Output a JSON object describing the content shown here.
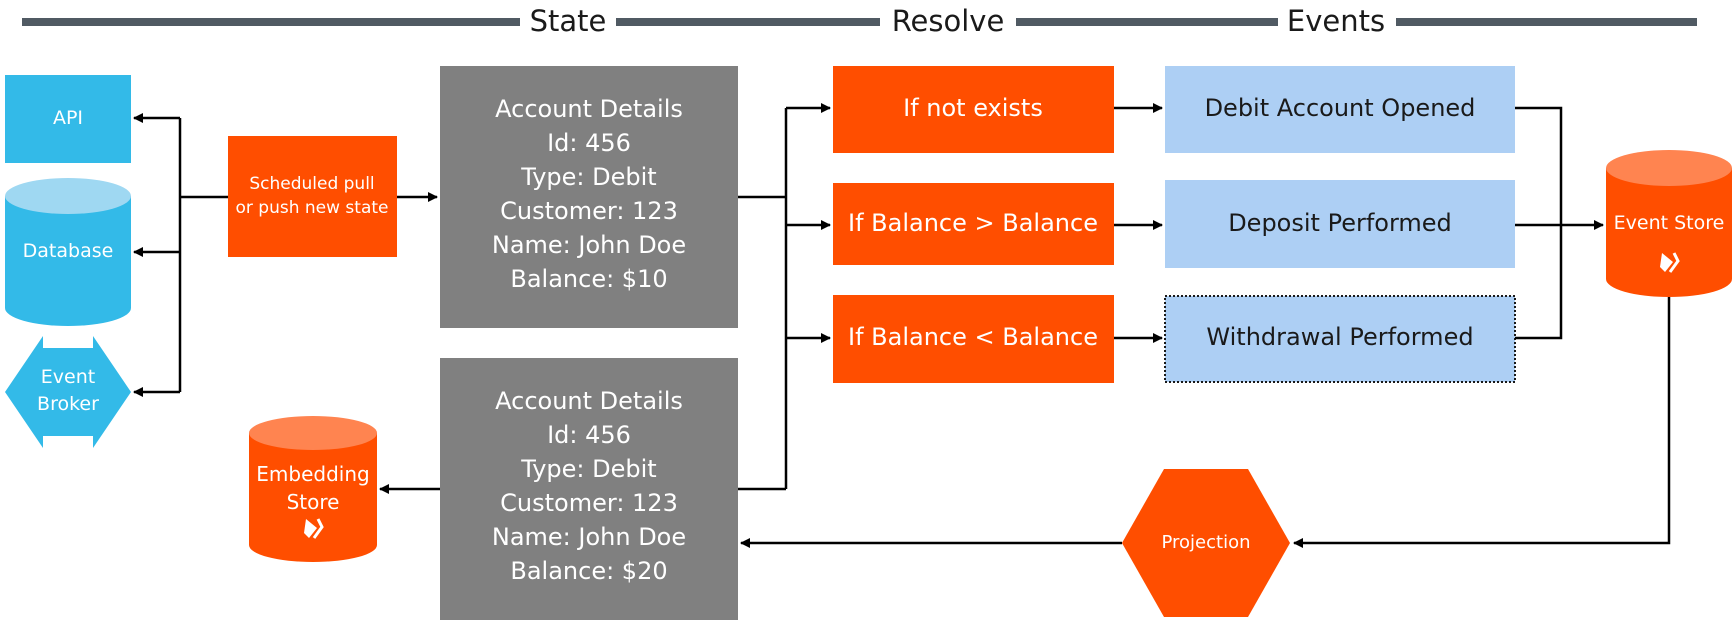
{
  "header": {
    "state": "State",
    "resolve": "Resolve",
    "events": "Events"
  },
  "sources": {
    "api": "API",
    "database": "Database",
    "event_broker_line1": "Event",
    "event_broker_line2": "Broker"
  },
  "scheduler": {
    "line1": "Scheduled pull",
    "line2": "or push new state"
  },
  "state_current": {
    "title": "Account Details",
    "id": "Id: 456",
    "type": "Type: Debit",
    "customer": "Customer: 123",
    "name": "Name: John Doe",
    "balance": "Balance: $10"
  },
  "state_projected": {
    "title": "Account Details",
    "id": "Id: 456",
    "type": "Type: Debit",
    "customer": "Customer: 123",
    "name": "Name: John Doe",
    "balance": "Balance: $20"
  },
  "resolve": {
    "rule1": "If not exists",
    "rule2": "If Balance > Balance",
    "rule3": "If Balance < Balance"
  },
  "events": {
    "event1": "Debit Account Opened",
    "event2": "Deposit Performed",
    "event3": "Withdrawal Performed"
  },
  "stores": {
    "event_store": "Event Store",
    "embedding_line1": "Embedding",
    "embedding_line2": "Store"
  },
  "projection": "Projection",
  "colors": {
    "orange": "#FF4E00",
    "orange_light": "#FF8450",
    "blue": "#33BAE8",
    "blue_light": "#9FD8F2",
    "event_blue": "#ADCFF4",
    "gray": "#808080",
    "header_line": "#505A63"
  }
}
